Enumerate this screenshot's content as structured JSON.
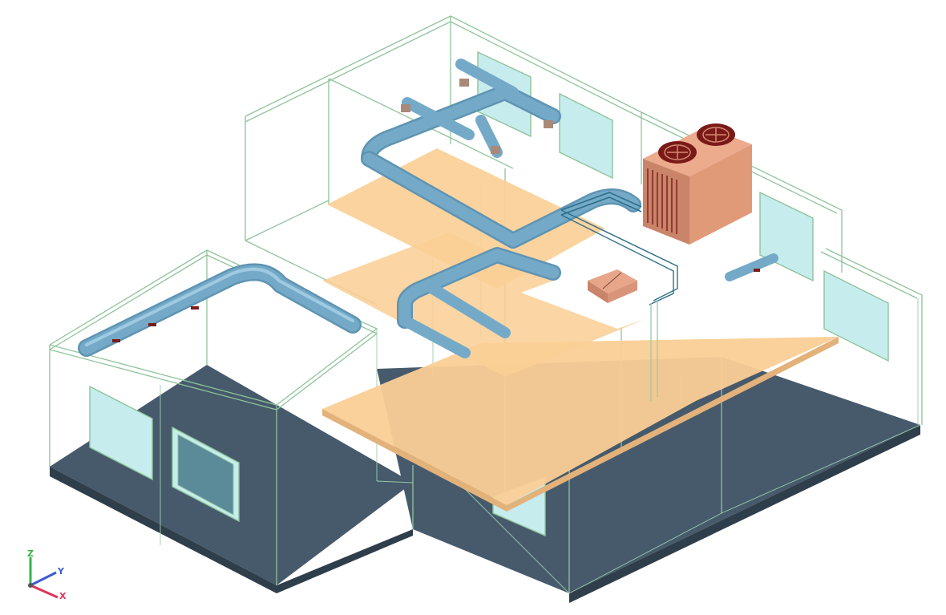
{
  "scene": {
    "background_color": "#ffffff",
    "colors": {
      "ground_slab": "#465a6c",
      "floor_slab": "#fbcf96",
      "wireframe": "#8fc49a",
      "window_glass": "#c6ecee",
      "duct": "#74aac8",
      "duct_highlight": "#9fcbe2",
      "outdoor_unit": "#e09a78",
      "fan": "#7a1a18",
      "indoor_unit": "#d8957a",
      "pipe": "#2d6f86"
    }
  },
  "axis_triad": {
    "z_label": "Z",
    "y_label": "Y",
    "x_label": "X",
    "z_color": "#37b34a",
    "y_color": "#3b5bd6",
    "x_color": "#e2335a"
  }
}
